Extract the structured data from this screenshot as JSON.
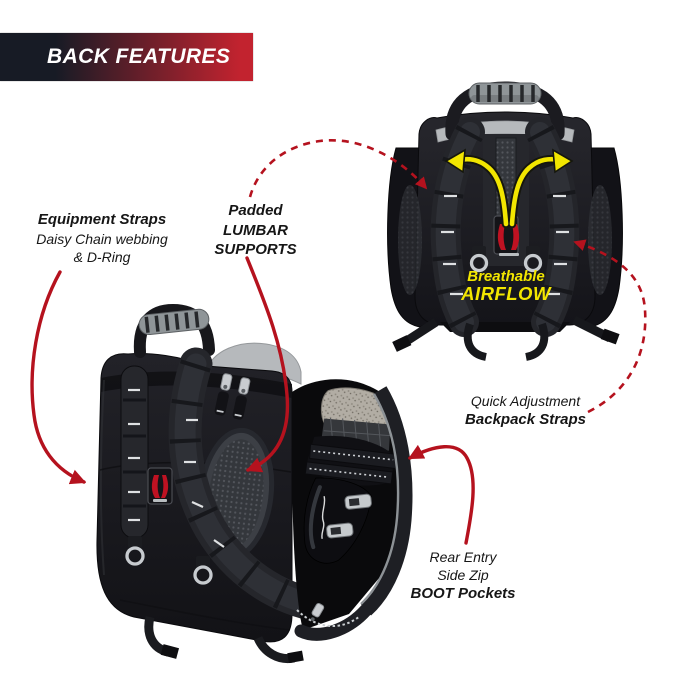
{
  "banner": {
    "title": "BACK FEATURES"
  },
  "labels": {
    "equipment_straps": {
      "line1": "Equipment Straps",
      "line2": "Daisy Chain webbing",
      "line3": "& D-Ring"
    },
    "lumbar": {
      "line1": "Padded",
      "line2": "LUMBAR",
      "line3": "SUPPORTS"
    },
    "airflow": {
      "line1": "Breathable",
      "line2": "AIRFLOW"
    },
    "quick_adjust": {
      "line1": "Quick Adjustment",
      "line2": "Backpack Straps"
    },
    "boot_pockets": {
      "line1": "Rear Entry",
      "line2": "Side Zip",
      "line3": "BOOT Pockets"
    }
  },
  "arrows": {
    "equipment_straps": "solid-curved",
    "lumbar_to_top_bag": "dashed-curved",
    "lumbar_to_bottom_bag": "solid-curved",
    "quick_adjust": "dashed-curved",
    "boot_pockets": "solid-curved"
  },
  "colors": {
    "banner_dark": "#171b25",
    "banner_red": "#c2232f",
    "arrow_red": "#b5121e",
    "airflow_yellow": "#f2e600",
    "background": "#ffffff"
  }
}
